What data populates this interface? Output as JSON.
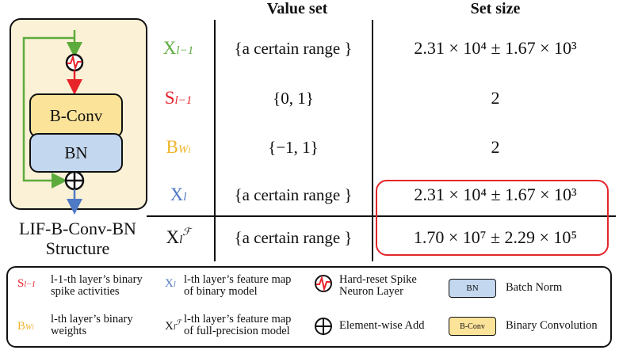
{
  "diagram": {
    "bconv_label": "B-Conv",
    "bn_label": "BN",
    "caption_line1": "LIF-B-Conv-BN",
    "caption_line2": "Structure",
    "colors": {
      "panel": "#fbf1d6",
      "bconv": "#fce39a",
      "bn": "#c3d7ee",
      "arrow_green": "#5cab3c",
      "arrow_red": "#e8242b",
      "arrow_blue": "#4f79c4"
    }
  },
  "table": {
    "headers": {
      "value_set": "Value set",
      "set_size": "Set size"
    },
    "rows": [
      {
        "sym": "X",
        "sub": "l−1",
        "sup": "",
        "color": "#5cab3c",
        "value_set": "{a certain range }",
        "set_size": "2.31 × 10⁴ ± 1.67 × 10³"
      },
      {
        "sym": "S",
        "sub": "l−1",
        "sup": "",
        "color": "#e8242b",
        "value_set": "{0, 1}",
        "set_size": "2"
      },
      {
        "sym": "B",
        "sub": "W",
        "sub2": "l",
        "sup": "",
        "color": "#f0b32a",
        "value_set": "{−1, 1}",
        "set_size": "2"
      },
      {
        "sym": "X",
        "sub": "l",
        "sup": "",
        "color": "#4f79c4",
        "value_set": "{a certain range }",
        "set_size": "2.31 × 10⁴ ± 1.67 × 10³"
      },
      {
        "sym": "X",
        "sub": "l",
        "sup": "ℱ",
        "color": "#111111",
        "value_set": "{a certain range }",
        "set_size": "1.70 × 10⁷ ± 2.29 × 10⁵"
      }
    ],
    "highlight_color": "#e3262b"
  },
  "legend": {
    "s_sym": "S",
    "s_sub": "l−1",
    "s_desc_1": "l-1-th layer’s binary",
    "s_desc_2": "spike activities",
    "b_sym": "B",
    "b_sub": "W",
    "b_sub2": "l",
    "b_desc_1": "l-th layer’s binary",
    "b_desc_2": "weights",
    "x_sym": "X",
    "x_sub": "l",
    "x_desc_1": "l-th layer’s feature map",
    "x_desc_2": "of  binary model",
    "xf_sym": "X",
    "xf_sub": "l",
    "xf_sup": "ℱ",
    "xf_desc_1": "l-th layer’s feature map",
    "xf_desc_2": "of full-precision model",
    "spike_desc_1": "Hard-reset Spike",
    "spike_desc_2": "Neuron Layer",
    "add_desc": "Element-wise Add",
    "bn_box": "BN",
    "bn_desc": "Batch Norm",
    "bconv_box": "B-Conv",
    "bconv_desc": "Binary Convolution",
    "icons": [
      "spike-neuron-icon",
      "element-wise-add-icon"
    ]
  }
}
